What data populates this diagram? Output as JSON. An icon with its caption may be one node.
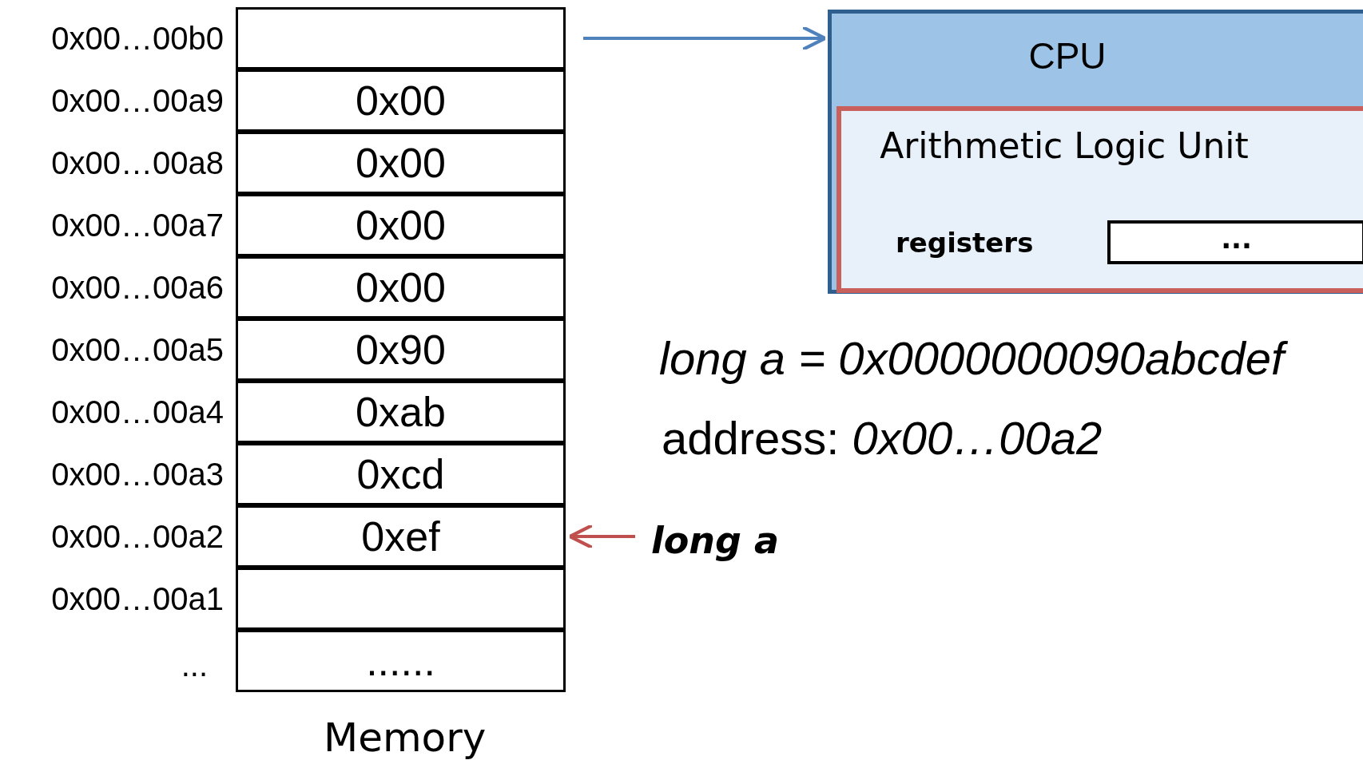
{
  "diagram": {
    "nodes": [
      {
        "text": [],
        "shape": "box",
        "beside": [
          "0x00…00b0"
        ]
      },
      {
        "text": [
          "0x00"
        ],
        "beside": [
          "0x00…00a9"
        ]
      },
      {
        "text": [
          "0x00"
        ],
        "beside": [
          "0x00…00a8"
        ]
      },
      {
        "text": [
          "0x00"
        ],
        "beside": [
          "0x00…00a7"
        ]
      },
      {
        "text": [
          "0x00"
        ],
        "beside": [
          "0x00…00a6"
        ]
      },
      {
        "text": [
          "0x90"
        ],
        "beside": [
          "0x00…00a5"
        ]
      },
      {
        "text": [
          "0xab"
        ],
        "beside": [
          "0x00…00a4"
        ]
      },
      {
        "text": [
          "0xcd"
        ],
        "beside": [
          "0x00…00a3"
        ]
      },
      {
        "text": [
          "0xef"
        ],
        "beside": [
          "0x00…00a2"
        ]
      },
      {
        "text": [],
        "shape": "box",
        "beside": [
          "0x00…00a1"
        ]
      },
      {
        "text": [
          "......"
        ],
        "beside": [
          "..."
        ]
      },
      {
        "text": [
          "CPU"
        ]
      },
      {
        "text": [
          "Arithmetic Logic Unit"
        ],
        "in": 11
      },
      {
        "text": [
          "..."
        ],
        "in": 12,
        "beside": [
          "registers"
        ]
      },
      {
        "text": [
          "long a"
        ]
      }
    ],
    "edges": [
      {
        "from": null,
        "to": 11,
        "arrow": "to",
        "color": "#4f81bd"
      },
      {
        "from": 14,
        "to": 8,
        "arrow": "to",
        "color": "#c0504d"
      }
    ],
    "labels": [
      "long a = 0x0000000090abcdef",
      "address: *0x00…00a2*",
      "Memory"
    ]
  }
}
